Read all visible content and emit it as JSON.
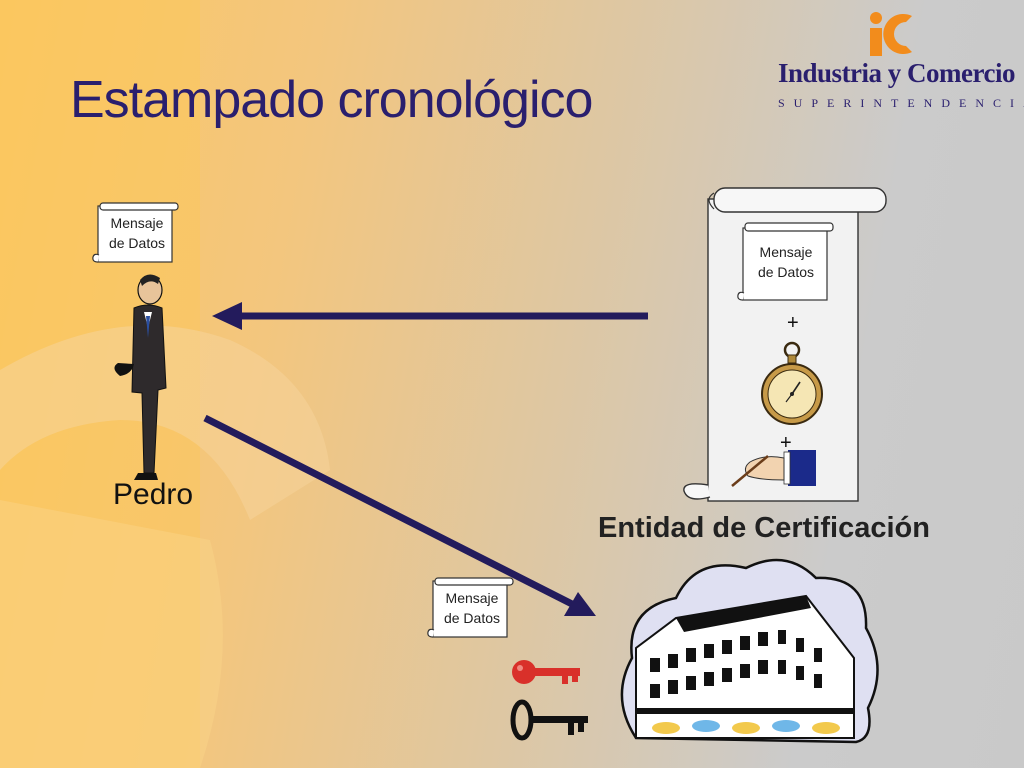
{
  "slide": {
    "title": "Estampado cronológico",
    "logo": {
      "brand": "Industria y Comercio",
      "tagline": "SUPERINTENDENCIA"
    },
    "person_label": "Pedro",
    "entity_label": "Entidad de Certificación",
    "message_scrolls": [
      {
        "line1": "Mensaje",
        "line2": "de Datos"
      },
      {
        "line1": "Mensaje",
        "line2": "de Datos"
      },
      {
        "line1": "Mensaje",
        "line2": "de Datos"
      }
    ],
    "plus_signs": [
      "+",
      "+"
    ]
  },
  "colors": {
    "title": "#2a1f6e",
    "arrow": "#231b5c",
    "logo_orange": "#f28c1c",
    "background_orange": "#fbc862",
    "background_gray": "#c9c9c9",
    "key_red": "#d9302a"
  },
  "icons": [
    "logo-ic-icon",
    "businessman-icon",
    "scroll-icon",
    "stopwatch-icon",
    "signing-hand-icon",
    "building-icon",
    "red-key-icon",
    "black-key-icon",
    "arrow-icon"
  ]
}
